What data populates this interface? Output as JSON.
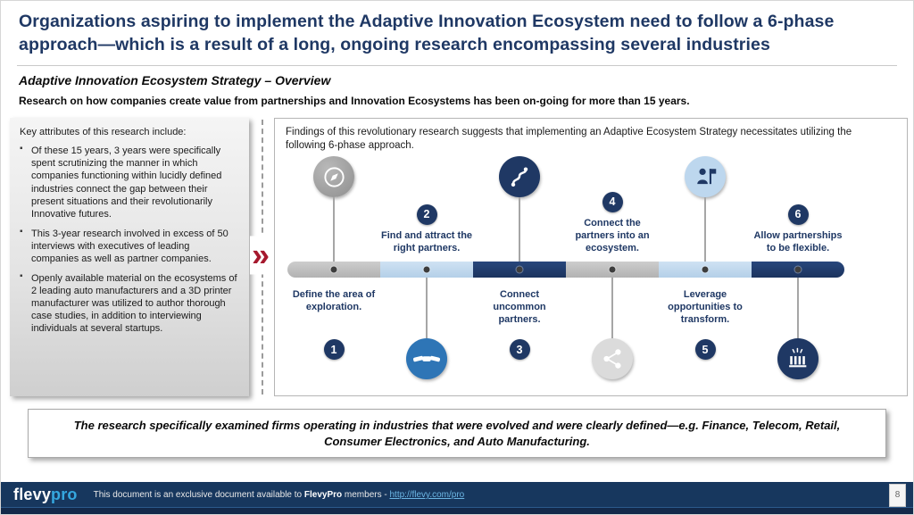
{
  "slide": {
    "title": "Organizations aspiring to implement the Adaptive Innovation Ecosystem need to follow a 6-phase approach—which is a result of a long, ongoing research encompassing several industries",
    "section_heading": "Adaptive Innovation Ecosystem Strategy – Overview",
    "lead": "Research on how companies create value from partnerships and Innovation Ecosystems has been on-going for more than 15 years."
  },
  "left_panel": {
    "heading": "Key attributes of this research include:",
    "bullets": [
      "Of these 15 years, 3 years were specifically spent scrutinizing the manner in which companies functioning within lucidly defined industries connect the gap between their present situations and their revolutionarily Innovative futures.",
      "This 3-year research involved in excess of 50 interviews with executives of leading companies as well as partner companies.",
      "Openly available material on the ecosystems of 2 leading auto manufacturers and a 3D printer manufacturer was utilized to author thorough case studies, in addition to interviewing individuals at several startups."
    ]
  },
  "divider": {
    "chevron": "»"
  },
  "right_panel": {
    "intro": "Findings of this revolutionary research suggests that implementing an Adaptive Ecosystem Strategy necessitates utilizing the following 6-phase approach.",
    "phases": [
      {
        "number": "1",
        "label": "Define the area of exploration.",
        "icon": "compass-icon",
        "placement": "text-below",
        "segment_color": "#BFBFBF",
        "icon_bg": "#9A9A9A"
      },
      {
        "number": "2",
        "label": "Find and attract the right partners.",
        "icon": "handshake-icon",
        "placement": "text-above",
        "segment_color": "#BDD7EE",
        "icon_bg": "#2E75B6"
      },
      {
        "number": "3",
        "label": "Connect uncommon partners.",
        "icon": "winding-path-icon",
        "placement": "text-below",
        "segment_color": "#1F3864",
        "icon_bg": "#1F3864"
      },
      {
        "number": "4",
        "label": "Connect the partners into an ecosystem.",
        "icon": "network-icon",
        "placement": "text-above",
        "segment_color": "#BFBFBF",
        "icon_bg": "#D9D9D9"
      },
      {
        "number": "5",
        "label": "Leverage opportunities to transform.",
        "icon": "presenter-icon",
        "placement": "text-below",
        "segment_color": "#BDD7EE",
        "icon_bg": "#BDD7EE"
      },
      {
        "number": "6",
        "label": "Allow partnerships to be flexible.",
        "icon": "pillars-icon",
        "placement": "text-above",
        "segment_color": "#1F3864",
        "icon_bg": "#1F3864"
      }
    ]
  },
  "callout": "The research specifically examined firms operating in industries that were evolved and were clearly defined—e.g. Finance, Telecom, Retail, Consumer Electronics, and Auto Manufacturing.",
  "footer": {
    "logo_primary": "flevy",
    "logo_accent": "pro",
    "text_prefix": "This document is an exclusive document available to ",
    "text_bold": "FlevyPro",
    "text_middle": " members - ",
    "link": "http://flevy.com/pro",
    "page_number": "8"
  },
  "colors": {
    "title_navy": "#1F3864",
    "accent_red": "#A6192E",
    "segment_gray": "#BFBFBF",
    "segment_light_blue": "#BDD7EE",
    "segment_navy": "#1F3864",
    "icon_blue": "#2E75B6",
    "icon_light_gray": "#D9D9D9",
    "footer_navy": "#17375E",
    "logo_accent_blue": "#35A8E0",
    "link_blue": "#6CB6E4"
  }
}
